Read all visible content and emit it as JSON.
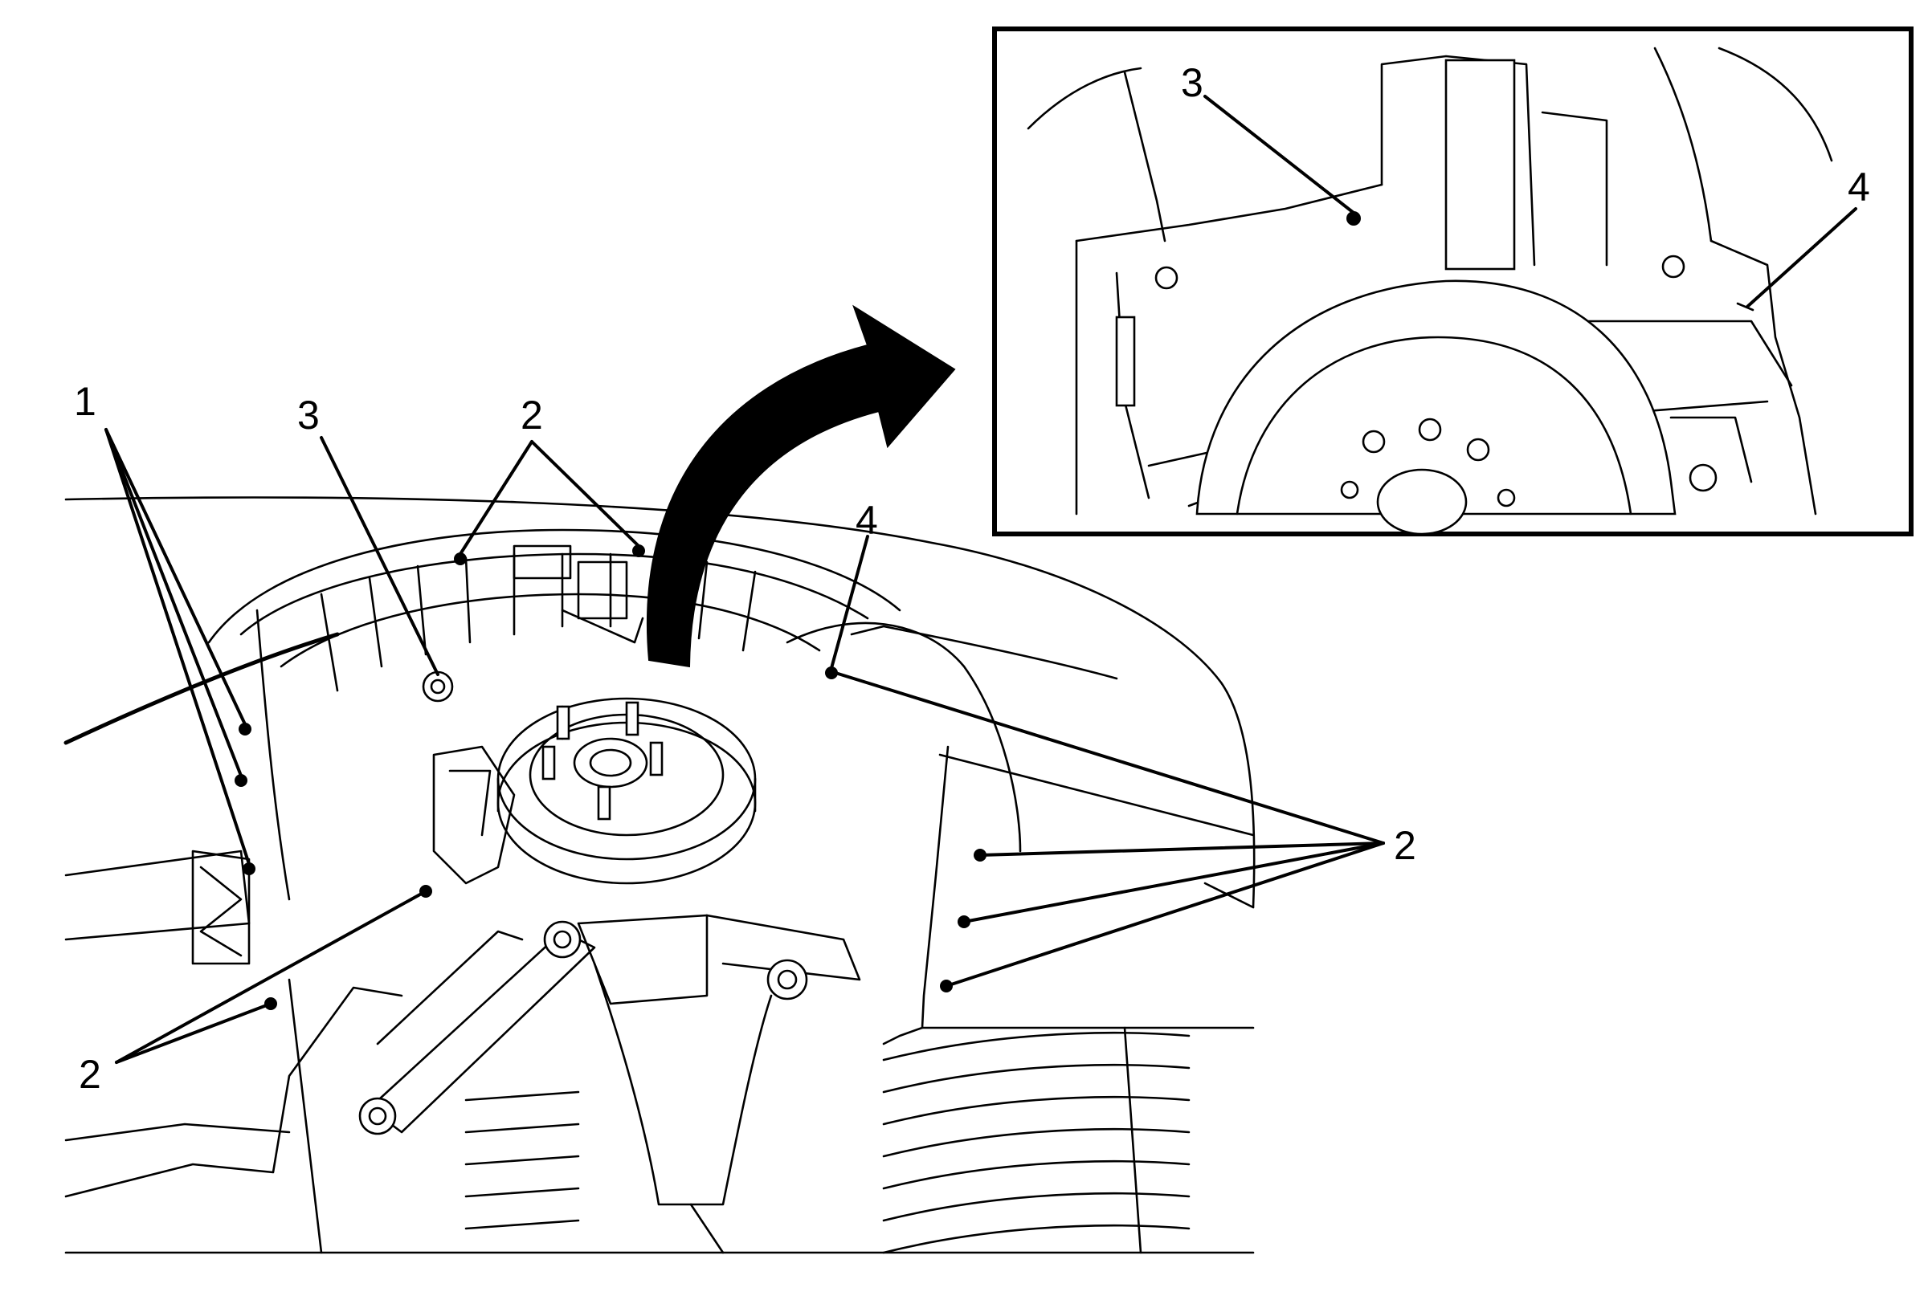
{
  "diagram": {
    "callouts": {
      "c1": "1",
      "c2_top": "2",
      "c2_left": "2",
      "c2_right": "2",
      "c3_main": "3",
      "c4_main": "4",
      "c3_inset": "3",
      "c4_inset": "4"
    }
  }
}
